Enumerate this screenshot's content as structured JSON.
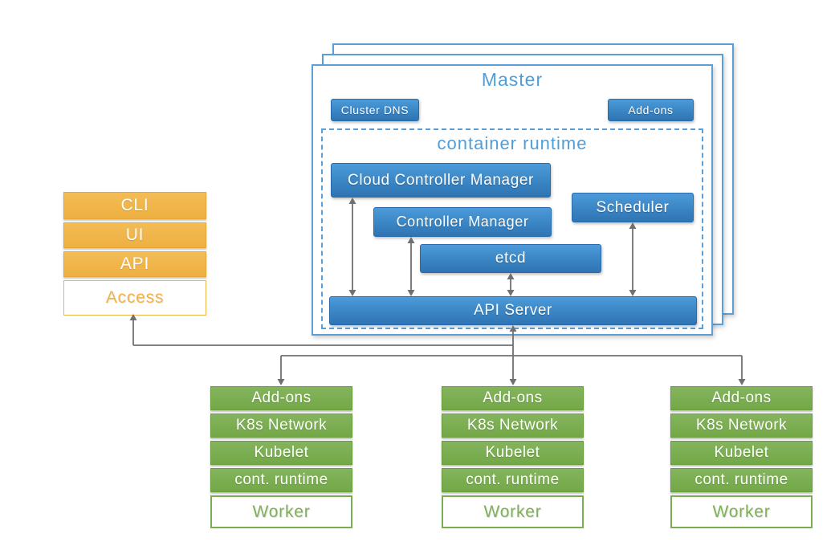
{
  "master": {
    "title": "Master",
    "buttons": {
      "cluster_dns": "Cluster DNS",
      "add_ons": "Add-ons"
    },
    "container_runtime": {
      "title": "container runtime",
      "cloud_controller_manager": "Cloud Controller Manager",
      "controller_manager": "Controller Manager",
      "scheduler": "Scheduler",
      "etcd": "etcd",
      "api_server": "API Server"
    }
  },
  "access_stack": {
    "rows": [
      "CLI",
      "UI",
      "API"
    ],
    "label": "Access"
  },
  "workers": [
    {
      "rows": [
        "Add-ons",
        "K8s Network",
        "Kubelet",
        "cont. runtime"
      ],
      "label": "Worker"
    },
    {
      "rows": [
        "Add-ons",
        "K8s Network",
        "Kubelet",
        "cont. runtime"
      ],
      "label": "Worker"
    },
    {
      "rows": [
        "Add-ons",
        "K8s Network",
        "Kubelet",
        "cont. runtime"
      ],
      "label": "Worker"
    }
  ],
  "colors": {
    "node_blue_top": "#4d9bda",
    "node_blue_bottom": "#2f74b2",
    "node_blue_border": "#2a6bae",
    "master_border_blue": "#5b9fd8",
    "title_blue": "#4f9dd9",
    "orange": "#f0b449",
    "green": "#7aad4f",
    "arrow_gray": "#707070"
  }
}
